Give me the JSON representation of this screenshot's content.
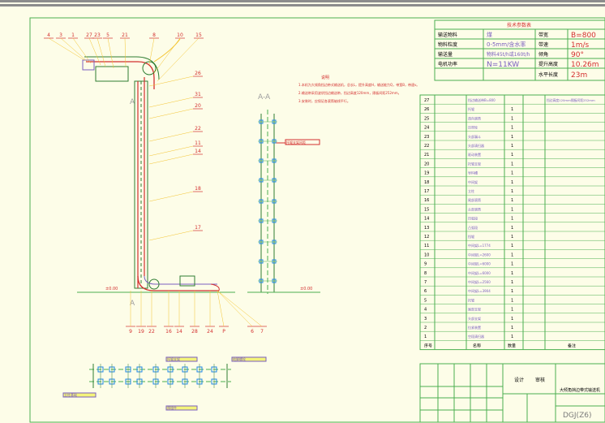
{
  "title_block": {
    "header": "技术参数表",
    "params": [
      {
        "label": "输送物料",
        "value": "煤",
        "label2": "带宽",
        "value2": "B=800"
      },
      {
        "label": "物料粒度",
        "value": "0-5mm/含水率",
        "label2": "带速",
        "value2": "1m/s"
      },
      {
        "label": "输送量",
        "value": "物料45t/h或160t/h",
        "label2": "倾角",
        "value2": "90°"
      },
      {
        "label": "电机功率",
        "value": "N=11KW",
        "label2": "提升高度",
        "value2": "10.26m"
      },
      {
        "label": "",
        "value": "",
        "label2": "水平长度",
        "value2": "23m"
      }
    ],
    "drawing_no": "DGJ(Z6)",
    "sheet_title": "大倾角挡边带式输送机",
    "designer_label": "设计",
    "checker_label": "审核"
  },
  "callouts_top": [
    "4",
    "3",
    "1",
    "27",
    "23",
    "5",
    "21",
    "8",
    "10",
    "15"
  ],
  "callouts_right": [
    "26",
    "31",
    "20",
    "22",
    "11",
    "14",
    "18",
    "17"
  ],
  "callouts_bottom": [
    "9",
    "19",
    "22",
    "16",
    "14",
    "28",
    "24",
    "P",
    "6",
    "7"
  ],
  "section_label": "A-A",
  "section_marker_top": "A",
  "section_marker_bottom": "A",
  "ground_level_left": "±0.00",
  "ground_level_mid": "±0.00",
  "notes_title": "说明",
  "notes": [
    "1.本机为大倾角挡边带式输送机，总长L，提升高度H，输送能力Q，带宽B，带速v。",
    "2.输送带采用波状挡边输送带，挡边高度120mm，隔板间距252mm。",
    "3.安装时，应保证各滚筒轴线平行。"
  ],
  "parts_table": {
    "header_no": "序号",
    "header_name": "名称",
    "header_qty": "数量",
    "header_note": "备注",
    "rows": [
      {
        "no": "27",
        "name": "挡边输送带B=800",
        "qty": "",
        "note": "挡边高度120mm隔板间距252mm"
      },
      {
        "no": "26",
        "name": "托辊",
        "qty": "1",
        "note": ""
      },
      {
        "no": "25",
        "name": "改向滚筒",
        "qty": "1",
        "note": ""
      },
      {
        "no": "24",
        "name": "压带轮",
        "qty": "1",
        "note": ""
      },
      {
        "no": "23",
        "name": "头部漏斗",
        "qty": "1",
        "note": ""
      },
      {
        "no": "22",
        "name": "头部清扫器",
        "qty": "1",
        "note": ""
      },
      {
        "no": "21",
        "name": "驱动装置",
        "qty": "1",
        "note": ""
      },
      {
        "no": "20",
        "name": "托辊支架",
        "qty": "1",
        "note": ""
      },
      {
        "no": "19",
        "name": "导料槽",
        "qty": "1",
        "note": ""
      },
      {
        "no": "18",
        "name": "中间架",
        "qty": "1",
        "note": ""
      },
      {
        "no": "17",
        "name": "立柱",
        "qty": "1",
        "note": ""
      },
      {
        "no": "16",
        "name": "尾部滚筒",
        "qty": "1",
        "note": ""
      },
      {
        "no": "15",
        "name": "头部滚筒",
        "qty": "1",
        "note": ""
      },
      {
        "no": "14",
        "name": "凹弧段",
        "qty": "1",
        "note": ""
      },
      {
        "no": "13",
        "name": "凸弧段",
        "qty": "1",
        "note": ""
      },
      {
        "no": "12",
        "name": "挡辊",
        "qty": "1",
        "note": ""
      },
      {
        "no": "11",
        "name": "中间架L=1774",
        "qty": "1",
        "note": ""
      },
      {
        "no": "10",
        "name": "中间架L=2600",
        "qty": "1",
        "note": ""
      },
      {
        "no": "9",
        "name": "中间架L=6000",
        "qty": "1",
        "note": ""
      },
      {
        "no": "8",
        "name": "中间架L=6000",
        "qty": "1",
        "note": ""
      },
      {
        "no": "7",
        "name": "中间架L=2560",
        "qty": "1",
        "note": ""
      },
      {
        "no": "6",
        "name": "中间架L=3904",
        "qty": "1",
        "note": ""
      },
      {
        "no": "5",
        "name": "托辊",
        "qty": "1",
        "note": ""
      },
      {
        "no": "4",
        "name": "尾部支架",
        "qty": "1",
        "note": ""
      },
      {
        "no": "3",
        "name": "头部支架",
        "qty": "1",
        "note": ""
      },
      {
        "no": "2",
        "name": "拉紧装置",
        "qty": "1",
        "note": ""
      },
      {
        "no": "1",
        "name": "空段清扫器",
        "qty": "1",
        "note": ""
      }
    ]
  },
  "plan_labels": [
    "托辊支架",
    "地脚螺栓",
    "立柱基础",
    "预埋件"
  ],
  "section_label_tag": "托辊支架间距"
}
